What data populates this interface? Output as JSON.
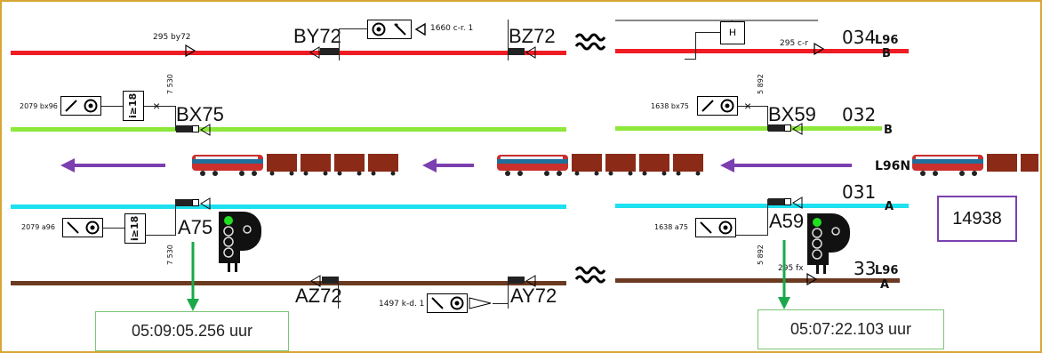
{
  "tracks": {
    "upper_left_signal_BY": "BY72",
    "upper_left_signal_BZ": "BZ72",
    "upper_right_number": "034",
    "upper_right_line": "L96",
    "upper_right_letter": "B",
    "green_left_signal": "BX75",
    "green_right_signal": "BX59",
    "green_right_number": "032",
    "green_right_letter": "B",
    "direction_line_label": "L96N",
    "cyan_left_signal": "A75",
    "cyan_right_signal": "A59",
    "cyan_right_number": "031",
    "cyan_right_letter": "A",
    "brown_left_signal_AZ": "AZ72",
    "brown_left_signal_AY": "AY72",
    "brown_right_number": "33",
    "brown_right_line": "L96",
    "brown_right_letter": "A"
  },
  "small_labels": {
    "km_295by72": "295 by72",
    "km_1660": "1660 c-r. 1",
    "km_295cr": "295 c-r",
    "km_2079bx96": "2079 bx96",
    "km_1638bx75": "1638 bx75",
    "km_2079a96": "2079 a96",
    "km_1638a75": "1638 a75",
    "km_1497": "1497 k-d. 1",
    "km_255fx": "295 fx",
    "vert_left_top": "7 530",
    "vert_right_top": "5 892",
    "vert_left_bottom": "7 530",
    "vert_right_bottom": "5 892",
    "speed_left_top": "i≥18",
    "speed_left_bottom": "i≥18"
  },
  "timestamps": {
    "left": "05:09:05.256 uur",
    "right": "05:07:22.103 uur"
  },
  "train_id": "14938",
  "colors": {
    "red_track": "#ef1c24",
    "green_track": "#8ee83a",
    "cyan_track": "#1de1ef",
    "brown_track": "#6b3a20",
    "direction_arrow": "#7b3fb0",
    "signal_green": "#21e021",
    "time_arrow": "#1aa84a",
    "frame": "#d8a634"
  },
  "icons": {
    "break": "track-break-icon",
    "signal": "traffic-signal-icon",
    "train": "train-icon"
  }
}
